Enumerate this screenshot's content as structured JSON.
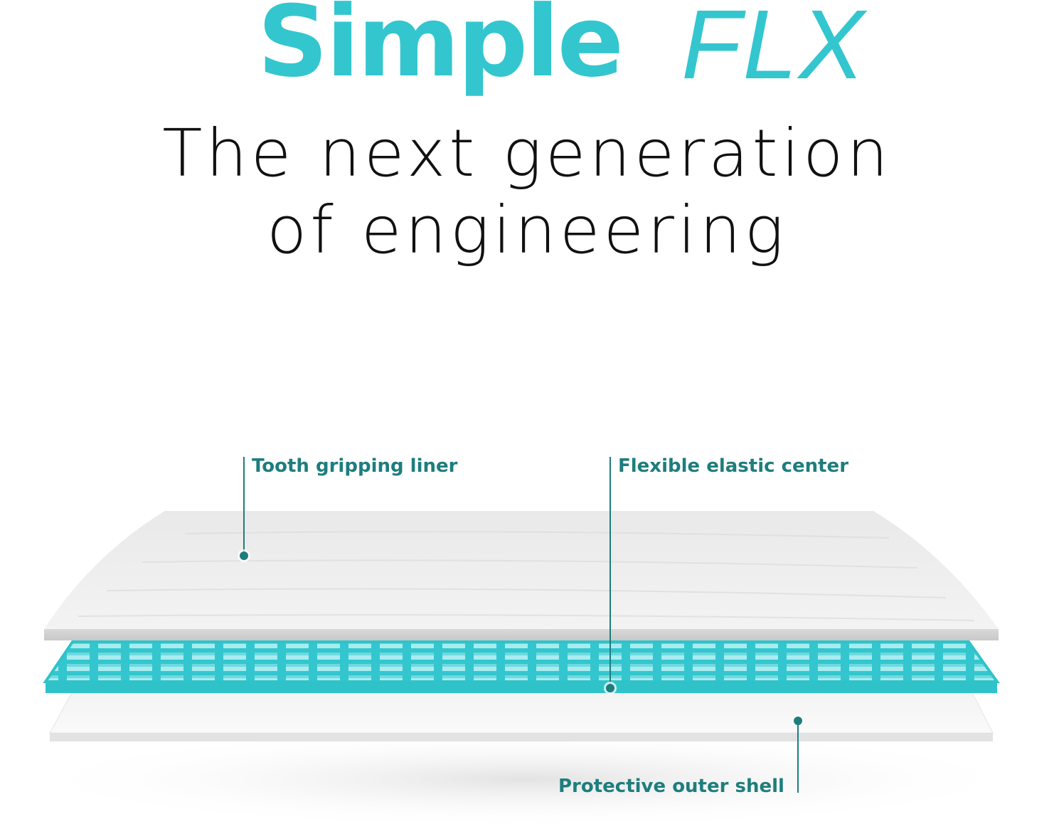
{
  "heading": {
    "brand_bold": "Simple",
    "brand_light": "FLX",
    "tagline_line1": "The next generation",
    "tagline_line2": "of engineering"
  },
  "layers": {
    "top": {
      "label": "Tooth gripping liner"
    },
    "middle": {
      "label": "Flexible elastic center"
    },
    "bottom": {
      "label": "Protective outer shell"
    }
  },
  "colors": {
    "brand_teal": "#33c6cf",
    "label_teal": "#1e7d7d",
    "grid_teal": "#2fc3c9",
    "tagline": "#111111"
  }
}
